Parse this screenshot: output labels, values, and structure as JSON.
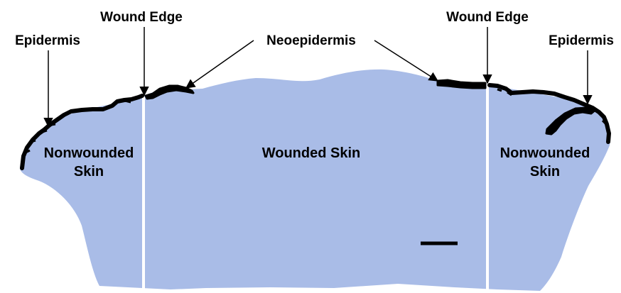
{
  "labels": {
    "epidermis_left": "Epidermis",
    "wound_edge_left": "Wound Edge",
    "neoepidermis": "Neoepidermis",
    "wound_edge_right": "Wound Edge",
    "epidermis_right": "Epidermis"
  },
  "regions": {
    "nonwounded_left": [
      "Nonwounded",
      "Skin"
    ],
    "wounded": "Wounded Skin",
    "nonwounded_right": [
      "Nonwounded",
      "Skin"
    ]
  },
  "colors": {
    "tissue": "#a9bce7",
    "epidermis": "#000000",
    "wound_edge_line": "#ffffff",
    "background": "#ffffff"
  },
  "icons": {
    "arrow": "arrow-icon",
    "scale_bar": "scale-bar"
  }
}
